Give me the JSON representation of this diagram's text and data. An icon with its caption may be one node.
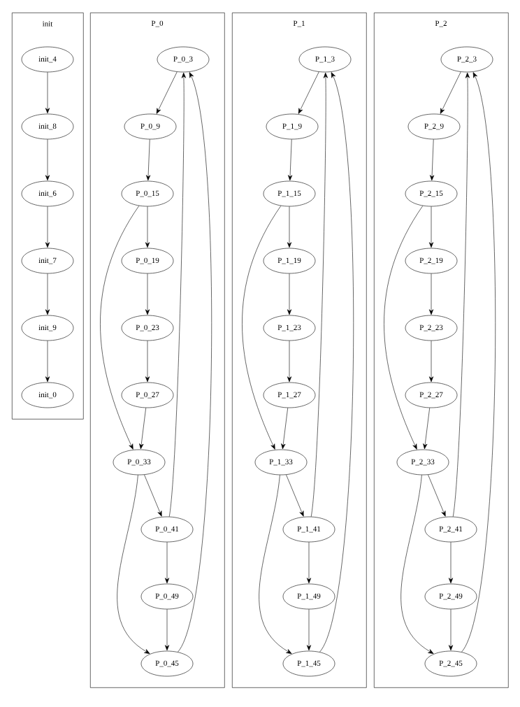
{
  "diagram": {
    "nodes": [
      {
        "text": [
          "init"
        ]
      },
      {
        "text": [
          "init_4"
        ],
        "in": 0
      },
      {
        "text": [
          "init_8"
        ],
        "in": 0
      },
      {
        "text": [
          "init_6"
        ],
        "in": 0
      },
      {
        "text": [
          "init_7"
        ],
        "in": 0
      },
      {
        "text": [
          "init_9"
        ],
        "in": 0
      },
      {
        "text": [
          "init_0"
        ],
        "in": 0
      },
      {
        "text": [
          "P_0"
        ]
      },
      {
        "text": [
          "P_0_3"
        ],
        "in": 7
      },
      {
        "text": [
          "P_0_9"
        ],
        "in": 7
      },
      {
        "text": [
          "P_0_15"
        ],
        "in": 7
      },
      {
        "text": [
          "P_0_19"
        ],
        "in": 7
      },
      {
        "text": [
          "P_0_23"
        ],
        "in": 7
      },
      {
        "text": [
          "P_0_27"
        ],
        "in": 7
      },
      {
        "text": [
          "P_0_33"
        ],
        "in": 7
      },
      {
        "text": [
          "P_0_41"
        ],
        "in": 7
      },
      {
        "text": [
          "P_0_49"
        ],
        "in": 7
      },
      {
        "text": [
          "P_0_45"
        ],
        "in": 7
      },
      {
        "text": [
          "P_1"
        ]
      },
      {
        "text": [
          "P_1_3"
        ],
        "in": 18
      },
      {
        "text": [
          "P_1_9"
        ],
        "in": 18
      },
      {
        "text": [
          "P_1_15"
        ],
        "in": 18
      },
      {
        "text": [
          "P_1_19"
        ],
        "in": 18
      },
      {
        "text": [
          "P_1_23"
        ],
        "in": 18
      },
      {
        "text": [
          "P_1_27"
        ],
        "in": 18
      },
      {
        "text": [
          "P_1_33"
        ],
        "in": 18
      },
      {
        "text": [
          "P_1_41"
        ],
        "in": 18
      },
      {
        "text": [
          "P_1_49"
        ],
        "in": 18
      },
      {
        "text": [
          "P_1_45"
        ],
        "in": 18
      },
      {
        "text": [
          "P_2"
        ]
      },
      {
        "text": [
          "P_2_3"
        ],
        "in": 29
      },
      {
        "text": [
          "P_2_9"
        ],
        "in": 29
      },
      {
        "text": [
          "P_2_15"
        ],
        "in": 29
      },
      {
        "text": [
          "P_2_19"
        ],
        "in": 29
      },
      {
        "text": [
          "P_2_23"
        ],
        "in": 29
      },
      {
        "text": [
          "P_2_27"
        ],
        "in": 29
      },
      {
        "text": [
          "P_2_33"
        ],
        "in": 29
      },
      {
        "text": [
          "P_2_41"
        ],
        "in": 29
      },
      {
        "text": [
          "P_2_49"
        ],
        "in": 29
      },
      {
        "text": [
          "P_2_45"
        ],
        "in": 29
      }
    ],
    "edges": [
      {
        "from": 1,
        "to": 2,
        "arrow": "to"
      },
      {
        "from": 2,
        "to": 3,
        "arrow": "to"
      },
      {
        "from": 3,
        "to": 4,
        "arrow": "to"
      },
      {
        "from": 4,
        "to": 5,
        "arrow": "to"
      },
      {
        "from": 5,
        "to": 6,
        "arrow": "to"
      },
      {
        "from": 8,
        "to": 9,
        "arrow": "to"
      },
      {
        "from": 9,
        "to": 10,
        "arrow": "to"
      },
      {
        "from": 10,
        "to": 11,
        "arrow": "to"
      },
      {
        "from": 10,
        "to": 14,
        "arrow": "to"
      },
      {
        "from": 11,
        "to": 12,
        "arrow": "to"
      },
      {
        "from": 12,
        "to": 13,
        "arrow": "to"
      },
      {
        "from": 13,
        "to": 14,
        "arrow": "to"
      },
      {
        "from": 14,
        "to": 15,
        "arrow": "to"
      },
      {
        "from": 14,
        "to": 17,
        "arrow": "to"
      },
      {
        "from": 15,
        "to": 16,
        "arrow": "to"
      },
      {
        "from": 15,
        "to": 8,
        "arrow": "to"
      },
      {
        "from": 16,
        "to": 17,
        "arrow": "to"
      },
      {
        "from": 17,
        "to": 8,
        "arrow": "to"
      },
      {
        "from": 19,
        "to": 20,
        "arrow": "to"
      },
      {
        "from": 20,
        "to": 21,
        "arrow": "to"
      },
      {
        "from": 21,
        "to": 22,
        "arrow": "to"
      },
      {
        "from": 21,
        "to": 25,
        "arrow": "to"
      },
      {
        "from": 22,
        "to": 23,
        "arrow": "to"
      },
      {
        "from": 23,
        "to": 24,
        "arrow": "to"
      },
      {
        "from": 24,
        "to": 25,
        "arrow": "to"
      },
      {
        "from": 25,
        "to": 26,
        "arrow": "to"
      },
      {
        "from": 25,
        "to": 28,
        "arrow": "to"
      },
      {
        "from": 26,
        "to": 27,
        "arrow": "to"
      },
      {
        "from": 26,
        "to": 19,
        "arrow": "to"
      },
      {
        "from": 27,
        "to": 28,
        "arrow": "to"
      },
      {
        "from": 28,
        "to": 19,
        "arrow": "to"
      },
      {
        "from": 30,
        "to": 31,
        "arrow": "to"
      },
      {
        "from": 31,
        "to": 32,
        "arrow": "to"
      },
      {
        "from": 32,
        "to": 33,
        "arrow": "to"
      },
      {
        "from": 32,
        "to": 36,
        "arrow": "to"
      },
      {
        "from": 33,
        "to": 34,
        "arrow": "to"
      },
      {
        "from": 34,
        "to": 35,
        "arrow": "to"
      },
      {
        "from": 35,
        "to": 36,
        "arrow": "to"
      },
      {
        "from": 36,
        "to": 37,
        "arrow": "to"
      },
      {
        "from": 36,
        "to": 39,
        "arrow": "to"
      },
      {
        "from": 37,
        "to": 38,
        "arrow": "to"
      },
      {
        "from": 37,
        "to": 30,
        "arrow": "to"
      },
      {
        "from": 38,
        "to": 39,
        "arrow": "to"
      },
      {
        "from": 39,
        "to": 30,
        "arrow": "to"
      }
    ]
  }
}
